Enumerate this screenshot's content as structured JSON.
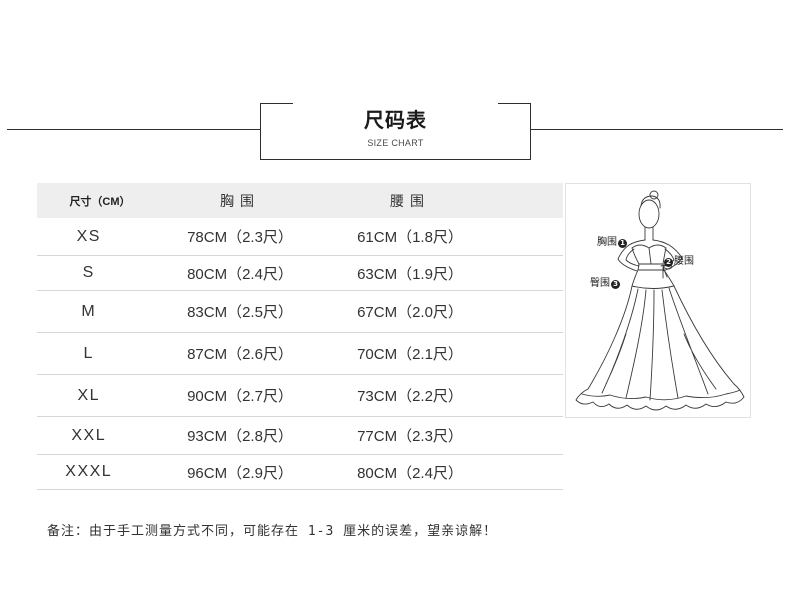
{
  "header": {
    "title": "尺码表",
    "subtitle": "SIZE CHART"
  },
  "table": {
    "columns": [
      "尺寸（CM）",
      "胸围",
      "腰围"
    ],
    "rows": [
      {
        "size": "XS",
        "bust": "78CM（2.3尺）",
        "waist": "61CM（1.8尺）"
      },
      {
        "size": "S",
        "bust": "80CM（2.4尺）",
        "waist": "63CM（1.9尺）"
      },
      {
        "size": "M",
        "bust": "83CM（2.5尺）",
        "waist": "67CM（2.0尺）"
      },
      {
        "size": "L",
        "bust": "87CM（2.6尺）",
        "waist": "70CM（2.1尺）"
      },
      {
        "size": "XL",
        "bust": "90CM（2.7尺）",
        "waist": "73CM（2.2尺）"
      },
      {
        "size": "XXL",
        "bust": "93CM（2.8尺）",
        "waist": "77CM（2.3尺）"
      },
      {
        "size": "XXXL",
        "bust": "96CM（2.9尺）",
        "waist": "80CM（2.4尺）"
      }
    ]
  },
  "figure": {
    "labels": [
      {
        "text": "胸围",
        "number": "1"
      },
      {
        "text": "腰围",
        "number": "2"
      },
      {
        "text": "臀围",
        "number": "3"
      }
    ]
  },
  "note": "备注：由于手工测量方式不同，可能存在 1-3 厘米的误差，望亲谅解！"
}
